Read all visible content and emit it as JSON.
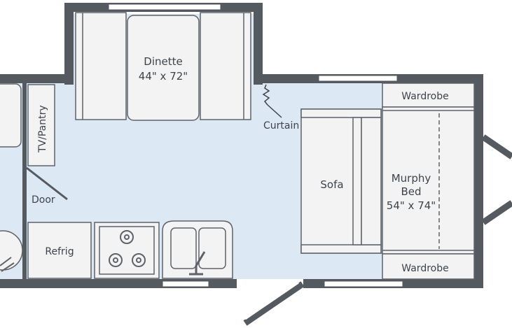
{
  "rooms": {
    "dinette": {
      "name": "Dinette",
      "size": "44\" x 72\""
    },
    "tv_pantry": "TV/Pantry",
    "curtain": "Curtain",
    "sofa": "Sofa",
    "murphy_bed": {
      "line1": "Murphy",
      "line2": "Bed",
      "size": "54\" x 74\""
    },
    "wardrobe_top": "Wardrobe",
    "wardrobe_bottom": "Wardrobe",
    "door": "Door",
    "refrig": "Refrig"
  },
  "colors": {
    "floor": "#dde8f5",
    "wall": "#555a61",
    "fixture_fill": "#f3f3f3",
    "fixture_stroke": "#5e6369",
    "label": "#3e434a"
  }
}
